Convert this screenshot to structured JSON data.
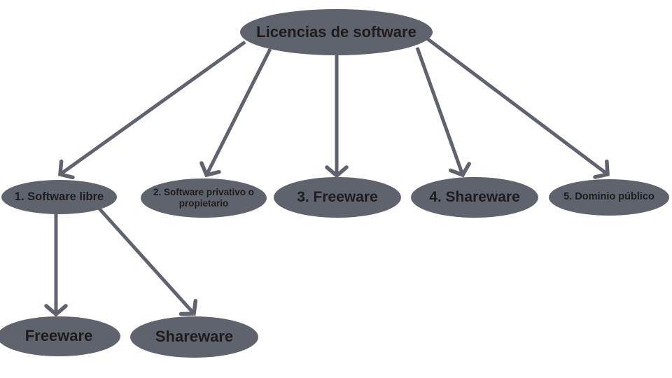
{
  "diagram": {
    "title": "Licencias de software",
    "colors": {
      "node_fill": "#5e636d",
      "arrow": "#5e636d",
      "text": "#1d1d21",
      "background": "#ffffff"
    },
    "nodes": [
      {
        "id": "licencias",
        "label": "Licencias de software"
      },
      {
        "id": "libre",
        "label": "1. Software libre"
      },
      {
        "id": "privativo",
        "label": "2. Software privativo o propietario"
      },
      {
        "id": "freeware3",
        "label": "3. Freeware"
      },
      {
        "id": "shareware4",
        "label": "4. Shareware"
      },
      {
        "id": "dominio",
        "label": "5. Dominio público"
      },
      {
        "id": "freeware-sub",
        "label": "Freeware"
      },
      {
        "id": "shareware-sub",
        "label": "Shareware"
      }
    ],
    "edges": [
      {
        "from": "licencias",
        "to": "libre"
      },
      {
        "from": "licencias",
        "to": "privativo"
      },
      {
        "from": "licencias",
        "to": "freeware3"
      },
      {
        "from": "licencias",
        "to": "shareware4"
      },
      {
        "from": "licencias",
        "to": "dominio"
      },
      {
        "from": "libre",
        "to": "freeware-sub"
      },
      {
        "from": "libre",
        "to": "shareware-sub"
      }
    ]
  }
}
